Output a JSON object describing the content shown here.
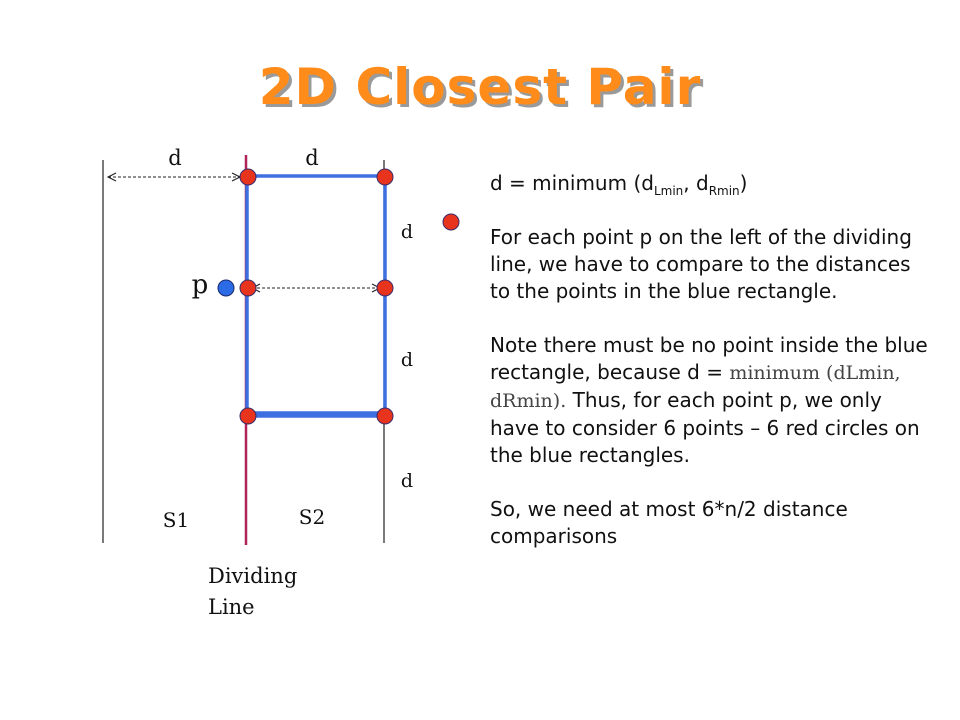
{
  "slide": {
    "title": "2D Closest Pair"
  },
  "diagram": {
    "labels": {
      "d_top_left": "d",
      "d_top_right": "d",
      "d_right_1": "d",
      "d_right_2": "d",
      "d_right_3": "d",
      "p": "p",
      "s1": "S1",
      "s2": "S2",
      "dividing_line_1": "Dividing",
      "dividing_line_2": "Line"
    },
    "colors": {
      "dividing_line": "#b0245a",
      "rectangle": "#3d6fe0",
      "red_point": "#e8341c",
      "blue_point": "#2b6be6"
    }
  },
  "text": {
    "formula_prefix": "d = minimum (d",
    "formula_sub1": "Lmin",
    "formula_mid": ", d",
    "formula_sub2": "Rmin",
    "formula_suffix": ")",
    "para1": "For each point p on the left of the dividing line, we have to compare to the distances to the points in the blue rectangle.",
    "para2_a": "Note there must be no point inside the blue rectangle, because d = ",
    "para2_b": "minimum (dLmin, dRmin).",
    "para2_c": " Thus, for each point p, we only have to consider 6 points – 6 red circles on the blue rectangles.",
    "para3": "So, we need at most 6*n/2 distance comparisons"
  }
}
